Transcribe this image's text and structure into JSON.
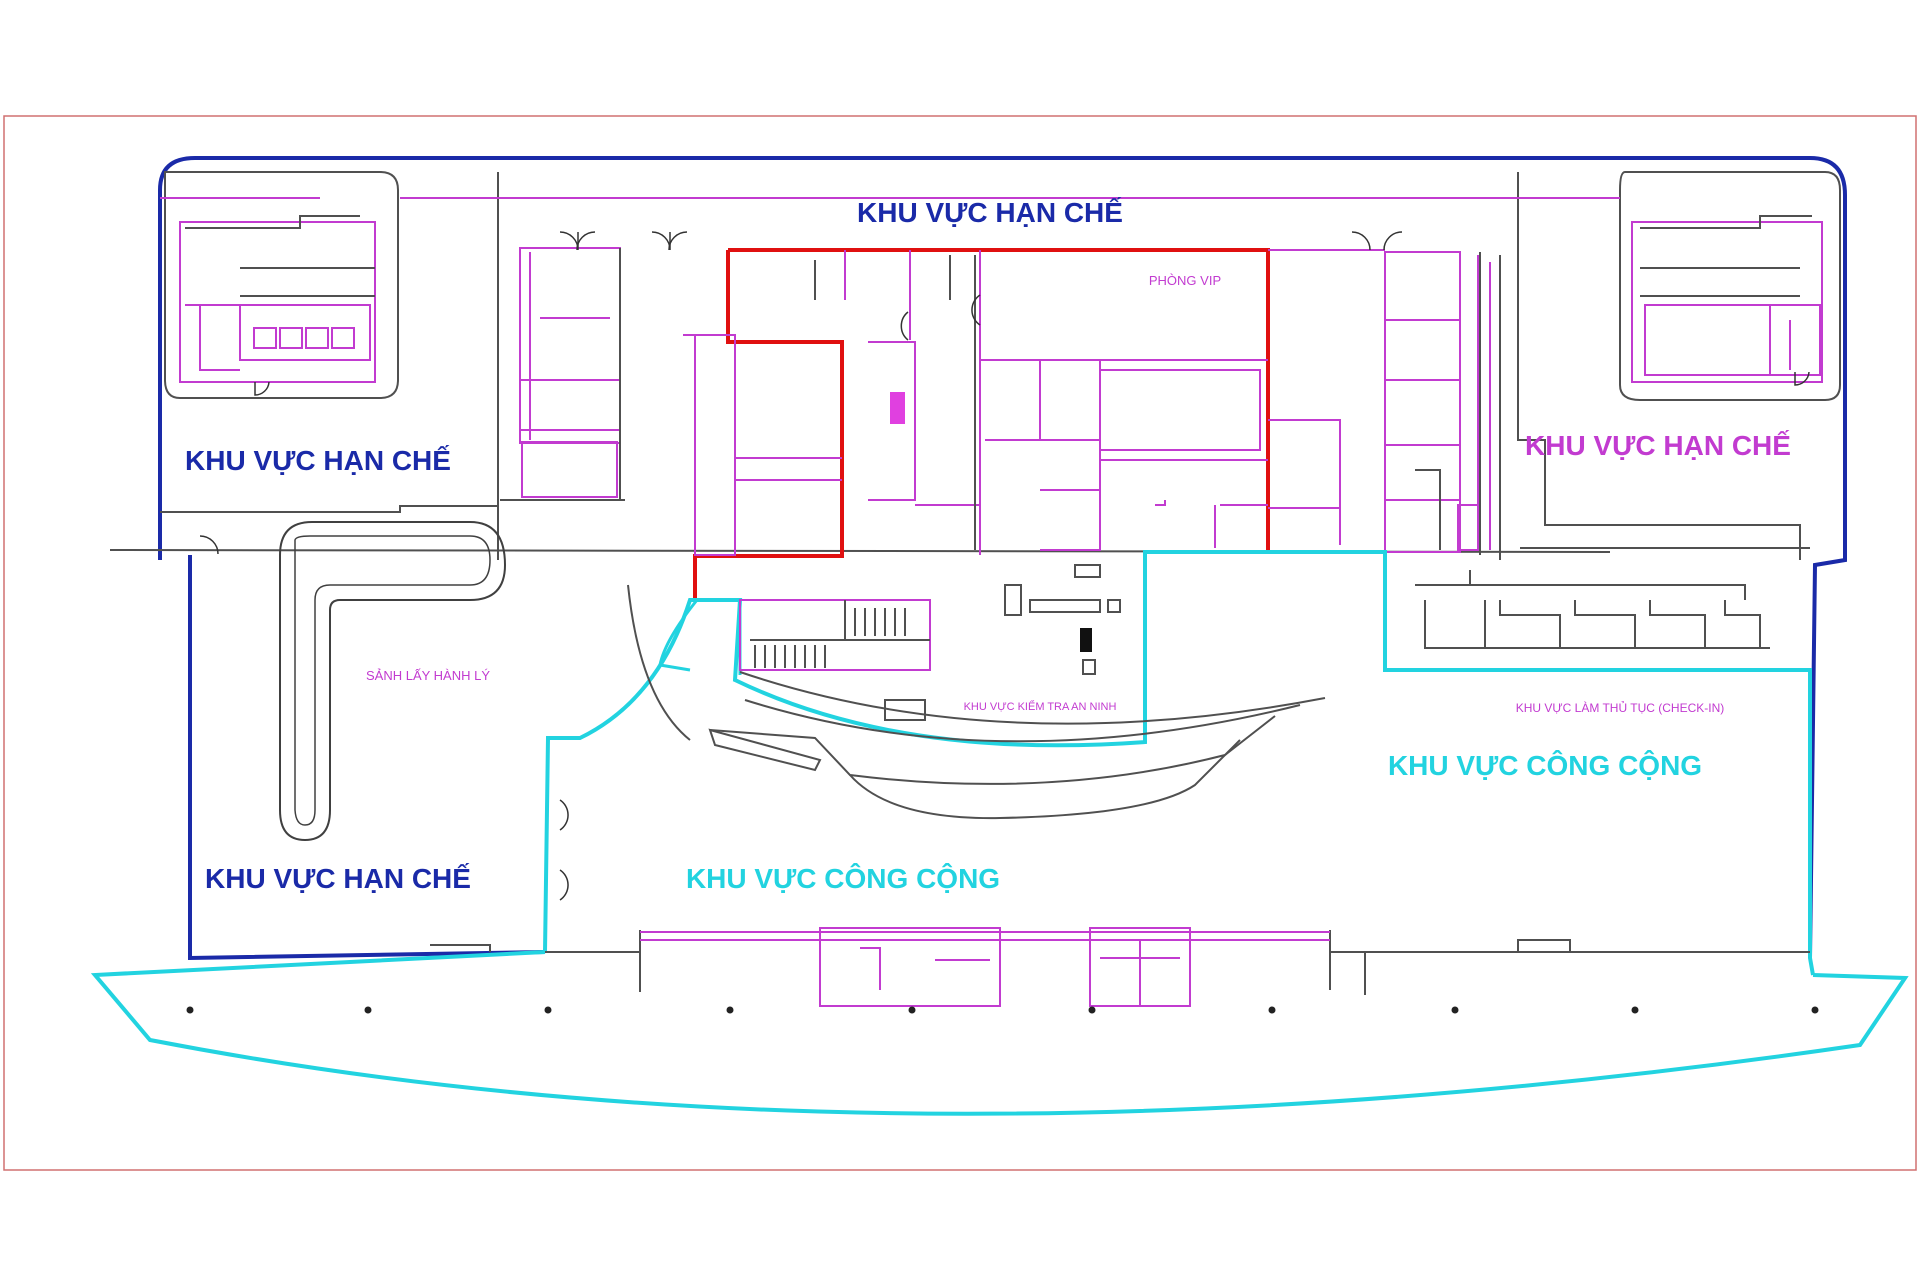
{
  "colors": {
    "restricted_blue": "#1a2aa8",
    "public_cyan": "#22d3e0",
    "vip_red": "#e01010",
    "room_magenta": "#c23bd0",
    "frame_red": "#d07070"
  },
  "zones": {
    "restricted_top": "KHU VỰC HẠN CHẾ",
    "restricted_left_upper": "KHU VỰC HẠN CHẾ",
    "restricted_right_upper": "KHU VỰC HẠN CHẾ",
    "restricted_left_lower": "KHU VỰC HẠN CHẾ",
    "public_center": "KHU VỰC CÔNG CỘNG",
    "public_right": "KHU VỰC CÔNG CỘNG"
  },
  "rooms": {
    "vip": "PHÒNG VIP",
    "baggage_hall": "SẢNH LẤY HÀNH LÝ",
    "security": "KHU VỰC KIỂM TRA AN NINH",
    "checkin": "KHU VỰC LÀM THỦ TỤC (CHECK-IN)"
  }
}
